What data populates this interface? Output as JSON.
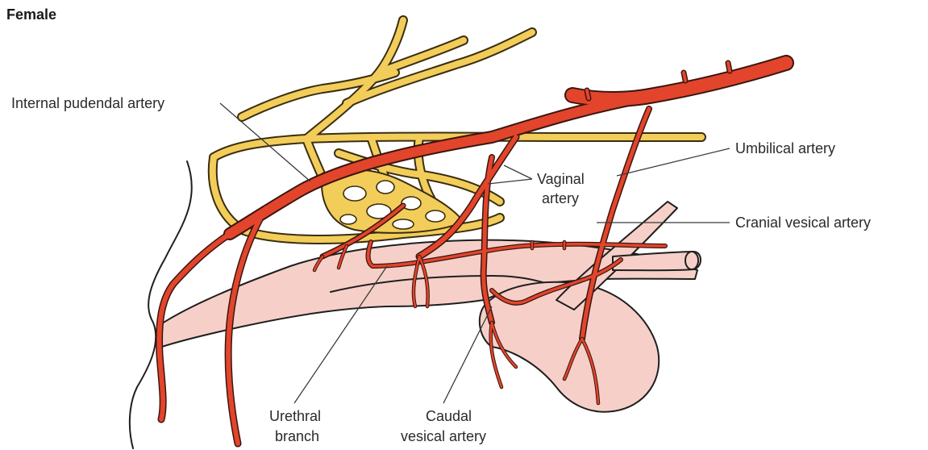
{
  "title": "Female",
  "labels": {
    "internal_pudendal": "Internal pudendal artery",
    "umbilical": "Umbilical artery",
    "vaginal_line1": "Vaginal",
    "vaginal_line2": "artery",
    "cranial_vesical": "Cranial vesical artery",
    "urethral_line1": "Urethral",
    "urethral_line2": "branch",
    "caudal_line1": "Caudal",
    "caudal_line2": "vesical artery"
  },
  "colors": {
    "artery": "#e2452b",
    "nerve_plexus": "#f3cd5a",
    "organ": "#f6d0c8",
    "outline": "#1f1f1f"
  }
}
